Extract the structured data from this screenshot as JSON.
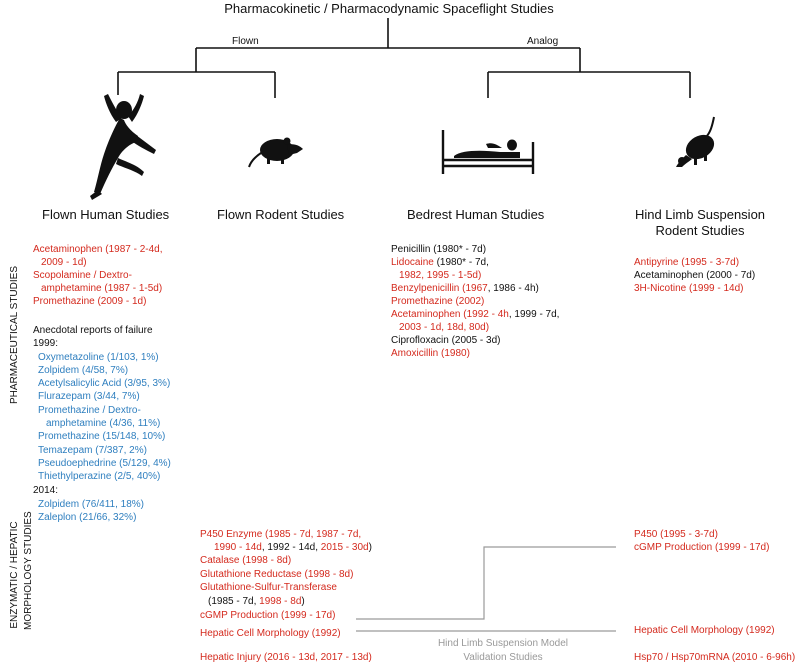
{
  "title": "Pharmacokinetic / Pharmacodynamic Spaceflight Studies",
  "branches": {
    "left": "Flown",
    "right": "Analog"
  },
  "icons": [
    "falling-human-icon",
    "rat-icon",
    "bed-patient-icon",
    "suspended-rat-icon"
  ],
  "columns": {
    "flown_human": "Flown Human Studies",
    "flown_rodent": "Flown Rodent Studies",
    "bedrest": "Bedrest Human Studies",
    "hindlimb_line1": "Hind Limb Suspension",
    "hindlimb_line2": "Rodent Studies"
  },
  "side_labels": {
    "pharma": "PHARMACEUTICAL STUDIES",
    "enzymatic_line1": "ENZYMATIC / HEPATIC",
    "enzymatic_line2": "MORPHOLOGY STUDIES"
  },
  "colors": {
    "red": "#d42a1e",
    "blue": "#2f7fbf",
    "black": "#111111",
    "gray": "#999999"
  },
  "flown_human_pharma": [
    "Acetaminophen (1987 - 2-4d,",
    "2009 - 1d)",
    "Scopolamine / Dextro-",
    "amphetamine (1987 - 1-5d)",
    "Promethazine (2009 - 1d)"
  ],
  "anecdotal": {
    "header": "Anecdotal reports of failure",
    "year1999": "1999:",
    "items1999": [
      "Oxymetazoline (1/103, 1%)",
      "Zolpidem (4/58, 7%)",
      "Acetylsalicylic Acid (3/95, 3%)",
      "Flurazepam (3/44, 7%)",
      "Promethazine / Dextro-",
      "amphetamine (4/36, 11%)",
      "Promethazine (15/148, 10%)",
      "Temazepam (7/387, 2%)",
      "Pseudoephedrine (5/129, 4%)",
      "Thiethylperazine (2/5, 40%)"
    ],
    "year2014": "2014:",
    "items2014": [
      "Zolpidem (76/411, 18%)",
      "Zaleplon (21/66, 32%)"
    ]
  },
  "bedrest_pharma": {
    "penicillin": "Penicillin (1980* - 7d)",
    "lidocaine_red": "Lidocaine",
    "lidocaine_black": " (1980* - 7d,",
    "lidocaine_2": "1982, 1995 - 1-5d)",
    "benzyl_red": "Benzylpenicillin (1967",
    "benzyl_black": ", 1986 - 4h)",
    "promethazine": "Promethazine (2002)",
    "acet_red": "Acetaminophen (1992 - 4h",
    "acet_black": ", 1999 - 7d,",
    "acet_2": "2003 - 1d, 18d, 80d)",
    "cipro": "Ciprofloxacin (2005 - 3d)",
    "amox": "Amoxicillin (1980)"
  },
  "hindlimb_pharma": {
    "antipyrine": "Antipyrine (1995 - 3-7d)",
    "acetaminophen": "Acetaminophen (2000 - 7d)",
    "nicotine": "3H-Nicotine (1999 - 14d)"
  },
  "rodent_enzymatic": {
    "p450_1": "P450 Enzyme (1985 - 7d, 1987 - 7d,",
    "p450_2_red": "1990 - 14d",
    "p450_2_black": ", 1992 - 14d, ",
    "p450_2_red2": "2015 - 30d",
    "p450_2_black2": ")",
    "catalase": "Catalase (1998 - 8d)",
    "glutathione_reductase": "Glutathione Reductase (1998 - 8d)",
    "gst_1": "Glutathione-Sulfur-Transferase",
    "gst_2_black": "(1985 - 7d, ",
    "gst_2_red": "1998 - 8d",
    "gst_2_black2": ")",
    "cgmp": "cGMP Production (1999 - 17d)",
    "hepatic_morph": "Hepatic Cell Morphology (1992)",
    "hepatic_injury": "Hepatic Injury (2016 - 13d, 2017 - 13d)"
  },
  "hindlimb_enzymatic": {
    "p450": "P450 (1995 - 3-7d)",
    "cgmp": "cGMP Production (1999 - 17d)",
    "hepatic_morph": "Hepatic Cell Morphology (1992)",
    "hsp70": "Hsp70 / Hsp70mRNA (2010 - 6-96h)"
  },
  "validation": {
    "line1": "Hind Limb Suspension Model",
    "line2": "Validation Studies"
  }
}
